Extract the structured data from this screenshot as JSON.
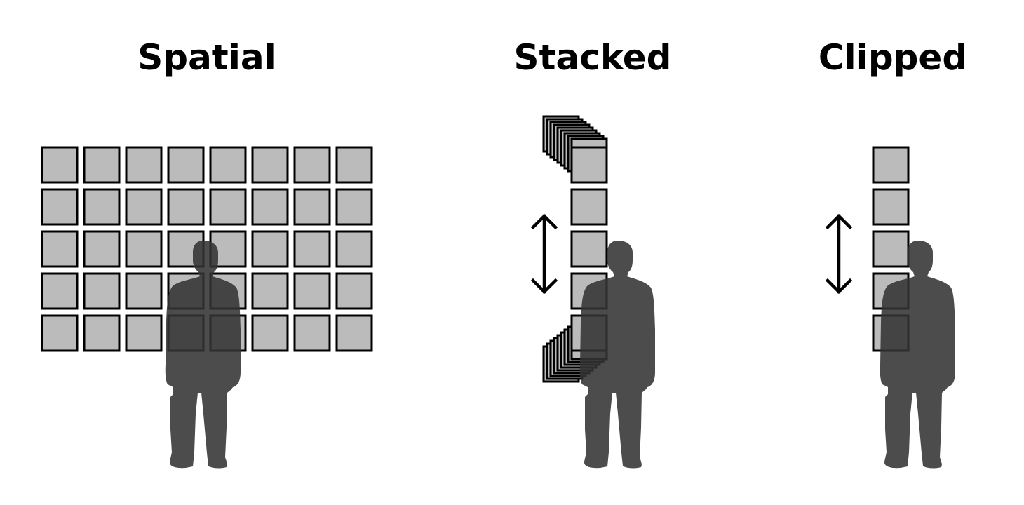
{
  "panels": [
    {
      "id": "spatial",
      "title": "Spatial"
    },
    {
      "id": "stacked",
      "title": "Stacked"
    },
    {
      "id": "clipped",
      "title": "Clipped"
    }
  ],
  "colors": {
    "tile_fill": "#bbbbbb",
    "tile_stroke": "#000000",
    "person": "#333333",
    "arrow": "#000000",
    "background": "#ffffff"
  },
  "icons": [
    "person-silhouette-icon",
    "double-arrow-vertical-icon"
  ]
}
